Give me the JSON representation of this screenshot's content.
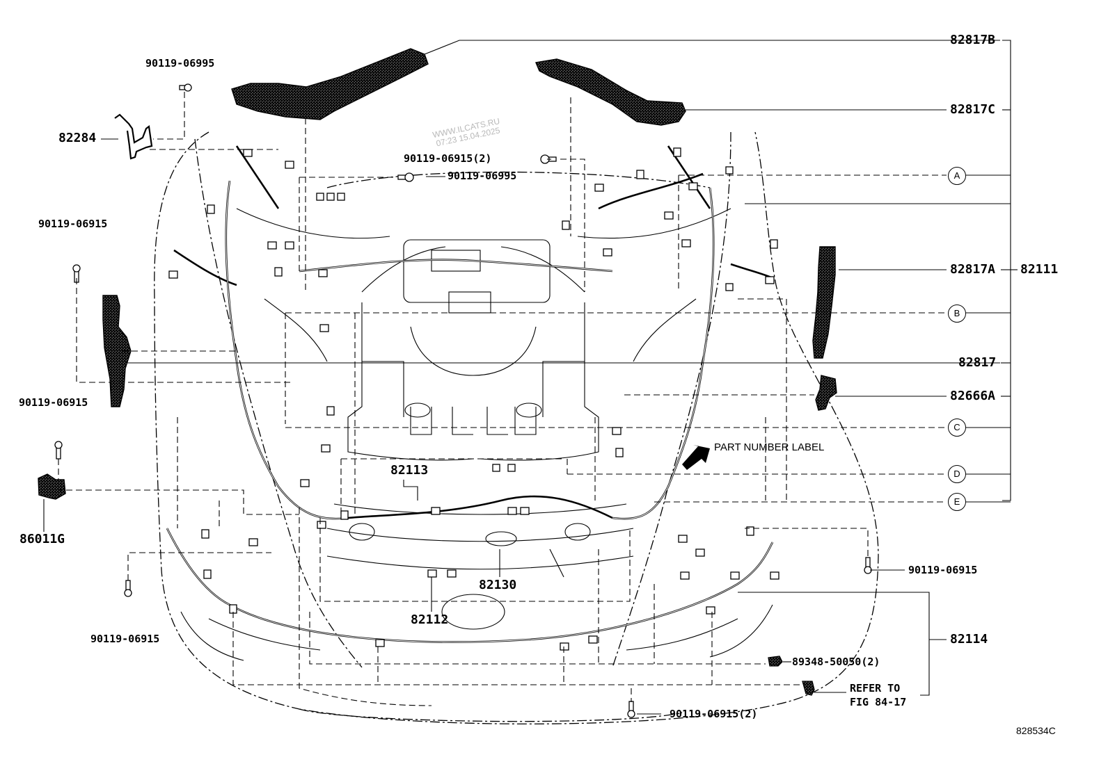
{
  "watermark": {
    "line1": "WWW.ILCATS.RU",
    "line2": "07:23 15.04.2025"
  },
  "figure_id": "828534C",
  "callouts": {
    "a": "A",
    "b": "B",
    "c": "C",
    "d": "D",
    "e": "E"
  },
  "labels": {
    "p82817B": "82817B",
    "p82817C": "82817C",
    "p82817A": "82817A",
    "p82111": "82111",
    "p82817": "82817",
    "p82666A": "82666A",
    "p82284": "82284",
    "p82113": "82113",
    "p82130": "82130",
    "p82112": "82112",
    "p82114": "82114",
    "p86011G": "86011G",
    "b90119_06995_top": "90119-06995",
    "b90119_06995_mid": "90119-06995",
    "b90119_06915_2_top": "90119-06915(2)",
    "b90119_06915_left1": "90119-06915",
    "b90119_06915_left2": "90119-06915",
    "b90119_06915_bl": "90119-06915",
    "b90119_06915_br": "90119-06915",
    "b90119_06915_2_bottom": "90119-06915(2)",
    "clip89348": "89348-50050(2)",
    "refer_line1": "REFER TO",
    "refer_line2": "FIG 84-17",
    "part_number_label": "PART NUMBER LABEL"
  }
}
